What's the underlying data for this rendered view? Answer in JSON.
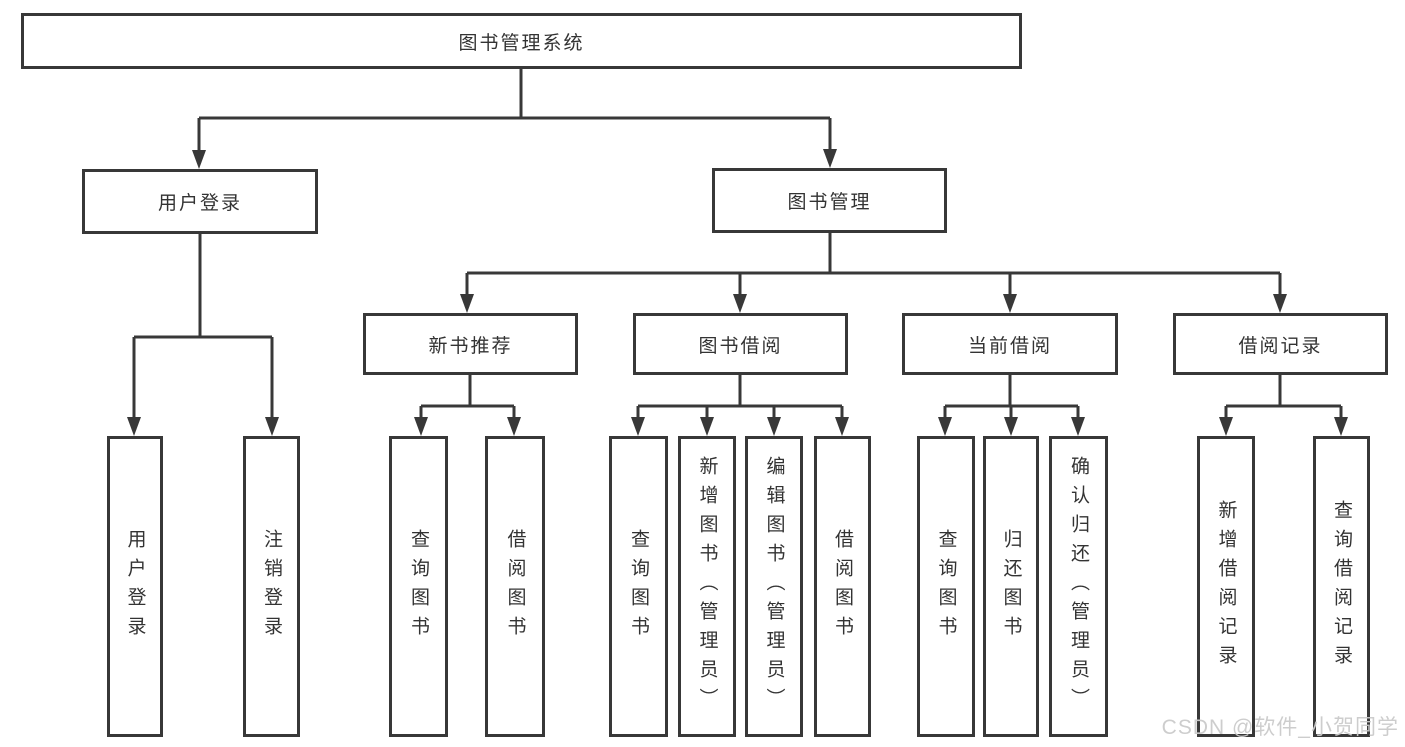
{
  "colors": {
    "line": "#383838",
    "box_border": "#383838",
    "text": "#333333",
    "background": "#ffffff",
    "watermark": "#cbcbcb"
  },
  "tree": {
    "root": "图书管理系统",
    "branches": [
      {
        "label": "用户登录",
        "children": [
          "用户登录",
          "注销登录"
        ]
      },
      {
        "label": "图书管理",
        "groups": [
          {
            "label": "新书推荐",
            "children": [
              "查询图书",
              "借阅图书"
            ]
          },
          {
            "label": "图书借阅",
            "children": [
              "查询图书",
              "新增图书（管理员）",
              "编辑图书（管理员）",
              "借阅图书"
            ]
          },
          {
            "label": "当前借阅",
            "children": [
              "查询图书",
              "归还图书",
              "确认归还（管理员）"
            ]
          },
          {
            "label": "借阅记录",
            "children": [
              "新增借阅记录",
              "查询借阅记录"
            ]
          }
        ]
      }
    ]
  },
  "watermark": {
    "text": "CSDN @软件_小贺同学"
  }
}
